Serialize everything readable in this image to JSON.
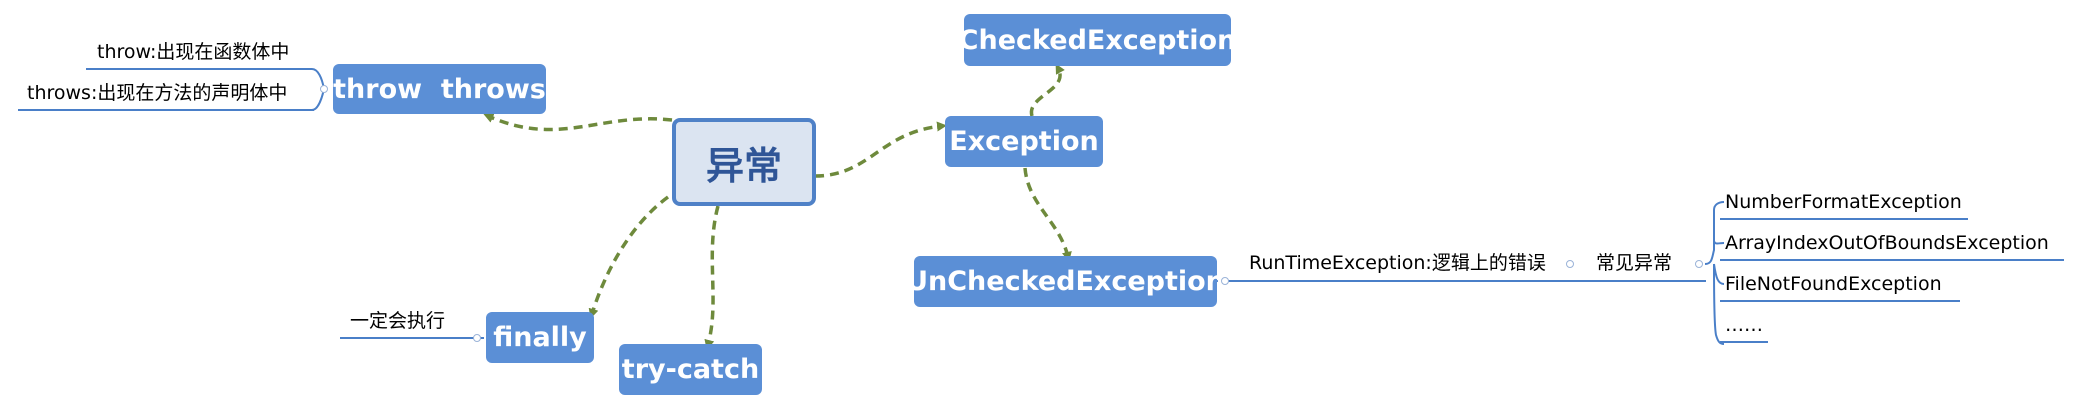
{
  "root": "异常",
  "topics": {
    "throw_throws": "throw  throws",
    "exception": "Exception",
    "checked": "CheckedException",
    "unchecked": "UnCheckedException",
    "finally": "finally",
    "try_catch": "try-catch"
  },
  "notes": {
    "throw": "throw:出现在函数体中",
    "throws": "throws:出现在方法的声明体中",
    "finally": "一定会执行",
    "runtime": "RunTimeException:逻辑上的错误",
    "common": "常见异常"
  },
  "common_exceptions": [
    "NumberFormatException",
    "ArrayIndexOutOfBoundsException",
    "FileNotFoundException",
    "……"
  ],
  "colors": {
    "topic": "#5b8fd6",
    "root_fill": "#dbe4f1",
    "root_border": "#4f81c7",
    "connector": "#6e8a3c",
    "branch_line": "#4a7fc8"
  }
}
